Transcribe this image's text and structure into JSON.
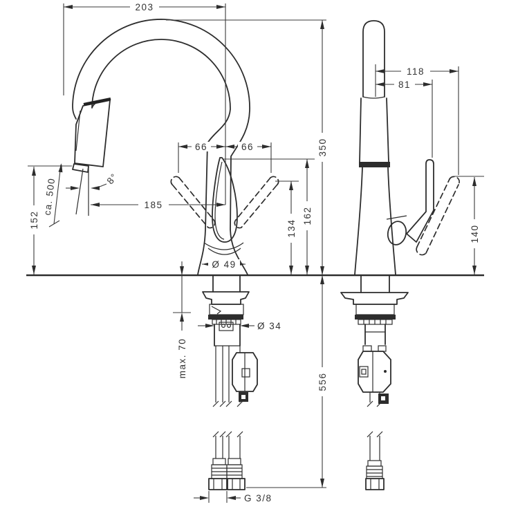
{
  "diagram": {
    "type": "faucet installation dimension drawing",
    "views": {
      "front": {
        "dims": {
          "reach": "203",
          "height_above_deck": "350",
          "outlet_height": "152",
          "hose_extension": "ca. 500",
          "spray_angle": "8°",
          "outlet_reach": "185",
          "handle_swing_left": "66",
          "handle_swing_right": "66",
          "handle_open_height": "134",
          "handle_height": "162",
          "body_diameter": "Ø 49",
          "shank_diameter": "Ø 34",
          "max_deck_thickness": "max. 70",
          "hose_length_below": "556",
          "thread": "G 3/8"
        }
      },
      "side": {
        "dims": {
          "handle_reach_open": "118",
          "handle_reach": "81",
          "handle_tip_height": "140"
        }
      }
    }
  }
}
